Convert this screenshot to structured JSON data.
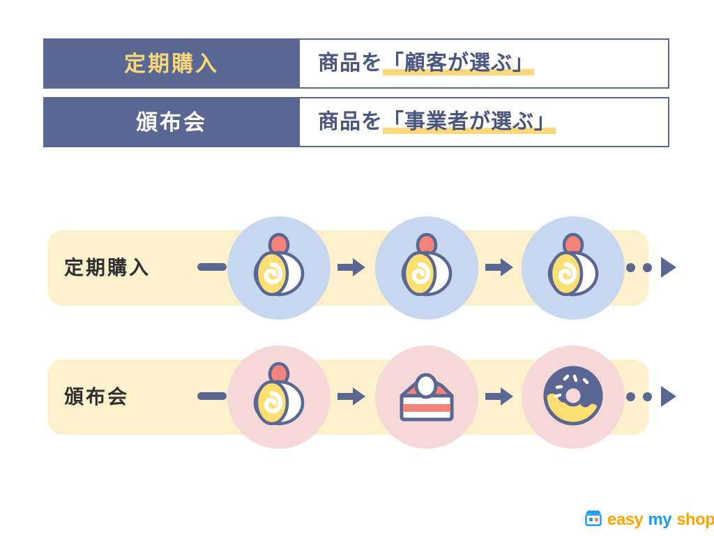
{
  "colors": {
    "header_bar": "#5a6792",
    "header_accent_text": "#f6d87a",
    "header_plain_text": "#ffffff",
    "desc_text": "#4a5580",
    "highlight": "#fbd97a",
    "flow_bar": "#fdf0cd",
    "circle_blue": "#c6d7ef",
    "circle_pink": "#f6d8d8",
    "arrow": "#5a6792",
    "logo_orange": "#ffa400",
    "logo_blue": "#1b9cf0",
    "cake_yellow": "#fcdf72",
    "cake_coral": "#f4847a",
    "cake_cream": "#ffffff",
    "outline": "#5a6792"
  },
  "comparison_table": {
    "rows": [
      {
        "term": "定期購入",
        "term_style": "accent",
        "description_prefix": "商品を",
        "description_highlight": "「顧客が選ぶ」"
      },
      {
        "term": "頒布会",
        "term_style": "plain",
        "description_prefix": "商品を",
        "description_highlight": "「事業者が選ぶ」"
      }
    ]
  },
  "flow_diagram": {
    "rows": [
      {
        "label": "定期購入",
        "circle_color": "circle_blue",
        "items": [
          {
            "icon": "roll-cake-icon",
            "name": "roll-cake"
          },
          {
            "icon": "roll-cake-icon",
            "name": "roll-cake"
          },
          {
            "icon": "roll-cake-icon",
            "name": "roll-cake"
          }
        ],
        "continuation": "…▶"
      },
      {
        "label": "頒布会",
        "circle_color": "circle_pink",
        "items": [
          {
            "icon": "roll-cake-icon",
            "name": "roll-cake"
          },
          {
            "icon": "cake-slice-icon",
            "name": "cake-slice"
          },
          {
            "icon": "donut-icon",
            "name": "donut"
          }
        ],
        "continuation": "…▶"
      }
    ]
  },
  "logo": {
    "icon": "storefront-icon",
    "word_1": "easy",
    "word_2": "my",
    "word_3": "shop"
  }
}
